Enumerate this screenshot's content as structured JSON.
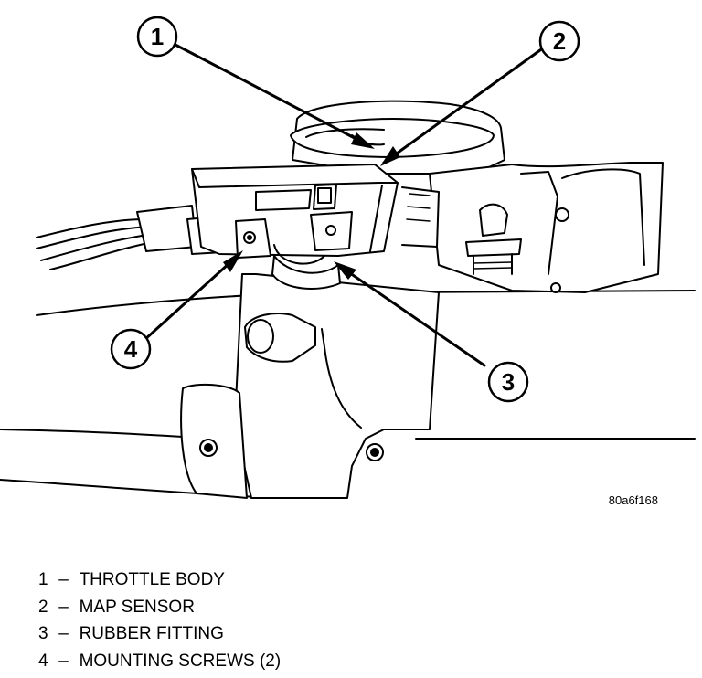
{
  "figure_code": "80a6f168",
  "callouts": [
    {
      "number": "1",
      "label": "THROTTLE BODY"
    },
    {
      "number": "2",
      "label": "MAP SENSOR"
    },
    {
      "number": "3",
      "label": "RUBBER FITTING"
    },
    {
      "number": "4",
      "label": "MOUNTING SCREWS (2)"
    }
  ],
  "separator": "–"
}
